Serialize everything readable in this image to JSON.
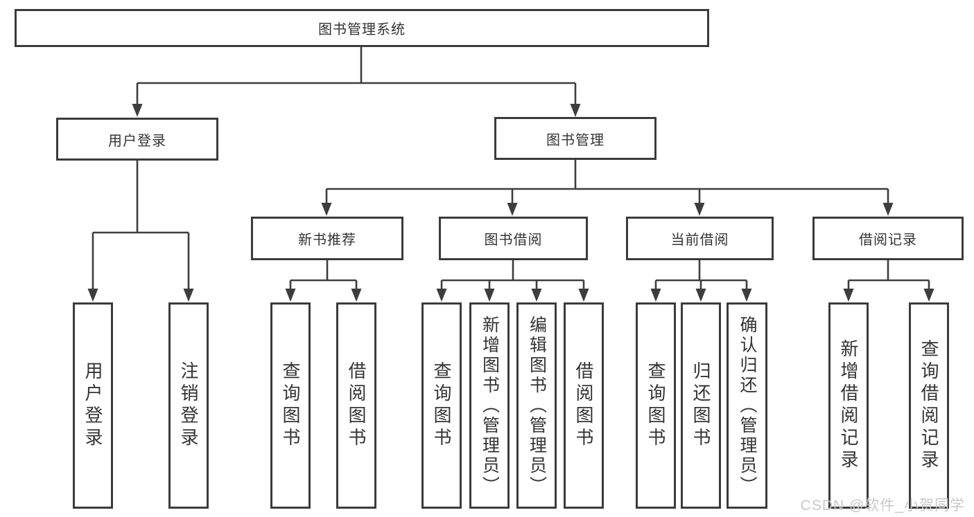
{
  "tree": {
    "root": {
      "label": "图书管理系统"
    },
    "level2": [
      {
        "label": "用户登录",
        "leaves": [
          {
            "label": "用户登录"
          },
          {
            "label": "注销登录"
          }
        ]
      },
      {
        "label": "图书管理",
        "children": [
          {
            "label": "新书推荐",
            "leaves": [
              {
                "label": "查询图书"
              },
              {
                "label": "借阅图书"
              }
            ]
          },
          {
            "label": "图书借阅",
            "leaves": [
              {
                "label": "查询图书"
              },
              {
                "label": "新增图书（管理员）"
              },
              {
                "label": "编辑图书（管理员）"
              },
              {
                "label": "借阅图书"
              }
            ]
          },
          {
            "label": "当前借阅",
            "leaves": [
              {
                "label": "查询图书"
              },
              {
                "label": "归还图书"
              },
              {
                "label": "确认归还（管理员）"
              }
            ]
          },
          {
            "label": "借阅记录",
            "leaves": [
              {
                "label": "新增借阅记录"
              },
              {
                "label": "查询借阅记录"
              }
            ]
          }
        ]
      }
    ]
  },
  "watermark": {
    "text": "CSDN @软件_小贺同学"
  },
  "colors": {
    "line": "#3d3d3d",
    "border": "#3b3b3b",
    "text": "#333333",
    "watermark": "#c7c7c9",
    "background": "#ffffff"
  }
}
